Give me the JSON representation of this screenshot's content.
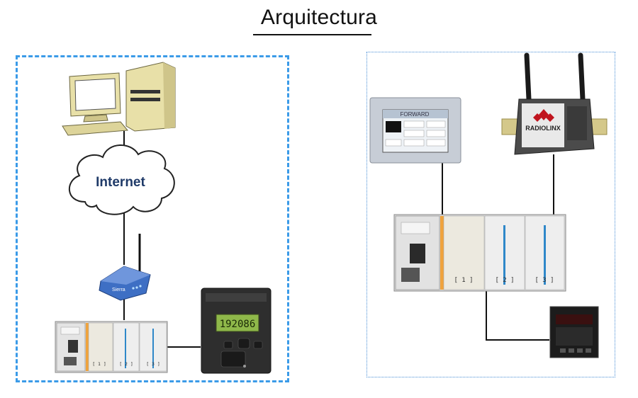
{
  "title": "Arquitectura",
  "internet_label": "Internet",
  "modem_brand": "Sierra",
  "meter_display": "192086",
  "hmi_brand": "FORWARD",
  "radio_brand": "RADIOLINX",
  "left_slot_labels": [
    "[ 1 ]",
    "[ 2 ]",
    "[ 3 ]"
  ],
  "right_slot_labels": [
    "[ 1 ]",
    "[ 2 ]",
    "[ 3 ]"
  ],
  "colors": {
    "frame_left": "#3b9be8",
    "frame_right": "#4a8fd6",
    "accent_orange": "#f0a33c",
    "io_blue": "#2f88c9"
  }
}
